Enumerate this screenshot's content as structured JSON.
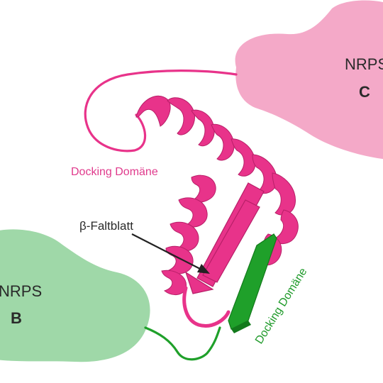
{
  "labels": {
    "nrps_c_name": "NRPS",
    "nrps_c_letter": "C",
    "nrps_b_name": "NRPS",
    "nrps_b_letter": "B",
    "docking_domain_pink": "Docking Domäne",
    "docking_domain_green": "Docking Domäne",
    "beta_sheet": "β-Faltblatt"
  },
  "colors": {
    "nrps_c_fill": "#f4a9c8",
    "nrps_b_fill": "#9fd8a8",
    "pink_protein": "#e8338a",
    "pink_protein_dark": "#b81f68",
    "green_protein": "#1fa02a",
    "green_protein_dark": "#137a1c",
    "pointer_arrow": "#222222"
  }
}
